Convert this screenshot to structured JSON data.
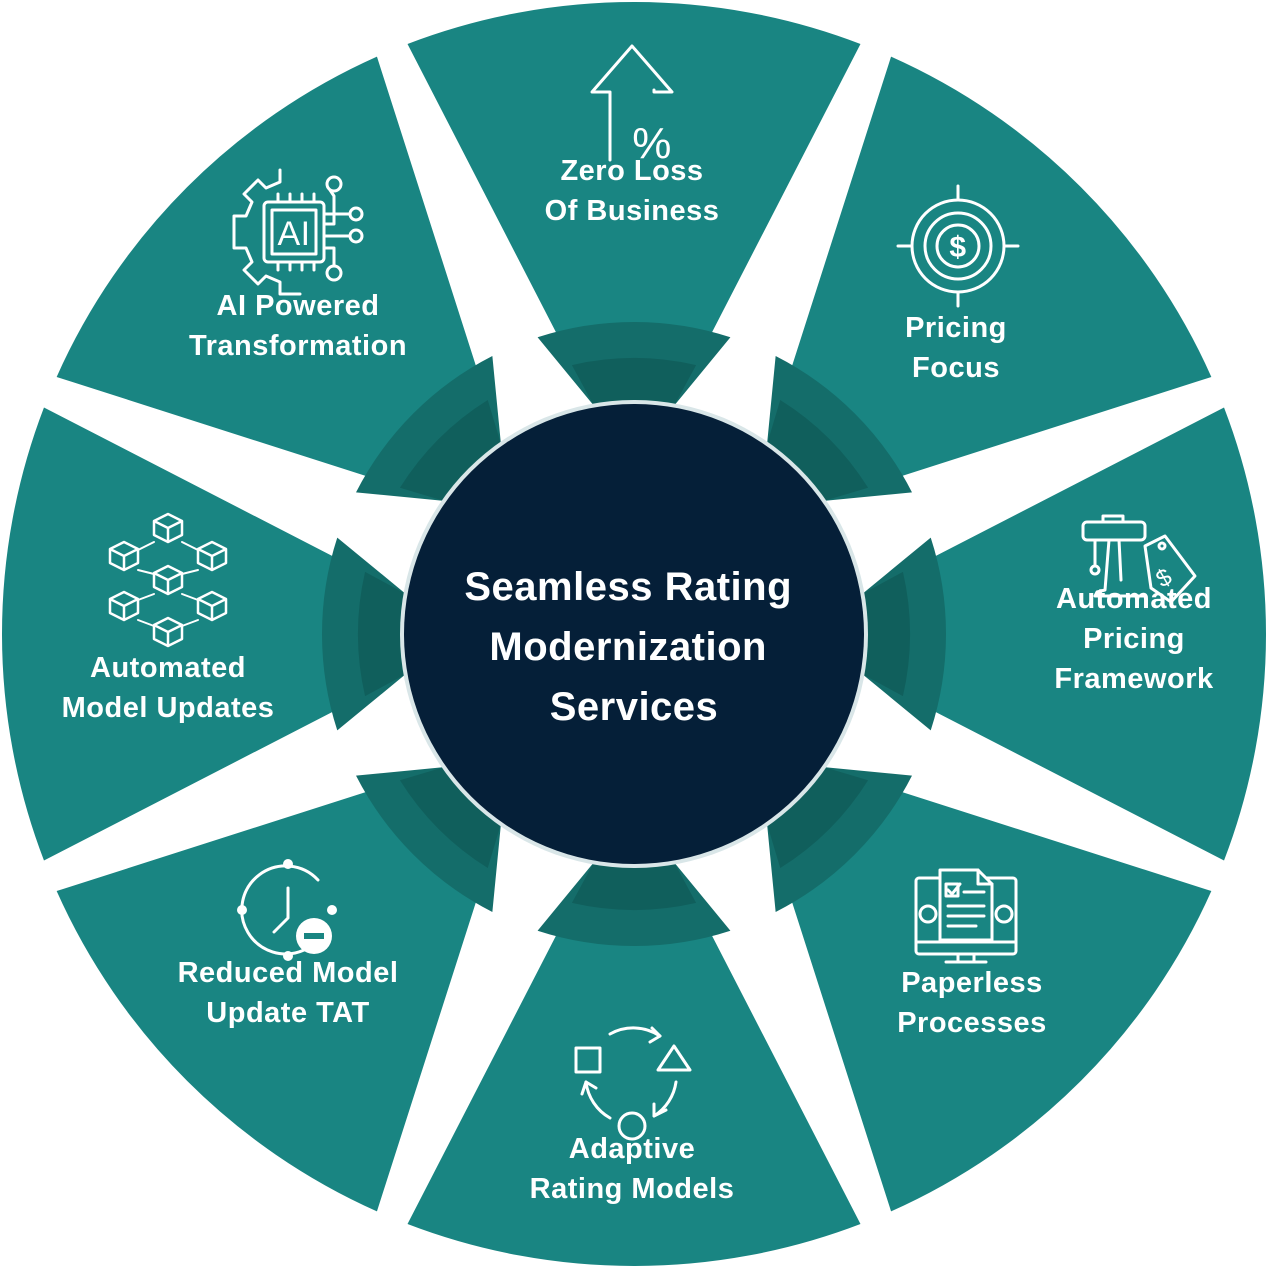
{
  "diagram": {
    "center": {
      "lines": [
        "Seamless Rating",
        "Modernization",
        "Services"
      ]
    },
    "segments": [
      {
        "id": "zero-loss",
        "icon": "percent-arrow-up-icon",
        "lines": [
          "Zero Loss",
          "Of Business"
        ]
      },
      {
        "id": "pricing-focus",
        "icon": "dollar-target-icon",
        "lines": [
          "Pricing",
          "Focus"
        ]
      },
      {
        "id": "automated-pricing",
        "icon": "price-tag-stamp-icon",
        "lines": [
          "Automated",
          "Pricing",
          "Framework"
        ]
      },
      {
        "id": "paperless",
        "icon": "document-monitor-icon",
        "lines": [
          "Paperless",
          "Processes"
        ]
      },
      {
        "id": "adaptive-rating",
        "icon": "cycle-shapes-icon",
        "lines": [
          "Adaptive",
          "Rating Models"
        ]
      },
      {
        "id": "reduced-tat",
        "icon": "clock-minus-icon",
        "lines": [
          "Reduced Model",
          "Update TAT"
        ]
      },
      {
        "id": "automated-model-updates",
        "icon": "cubes-network-icon",
        "lines": [
          "Automated",
          "Model Updates"
        ]
      },
      {
        "id": "ai-powered",
        "icon": "ai-chip-gear-icon",
        "lines": [
          "AI Powered",
          "Transformation"
        ]
      }
    ],
    "icon_text": {
      "ai": "AI",
      "percent": "%",
      "dollar": "$"
    },
    "colors": {
      "segment": "#198582",
      "segment_inner": "#146D6A",
      "segment_inner_dark": "#105F5C",
      "center": "#051F38",
      "center_ring": "#D9E6E8",
      "text": "#FFFFFF"
    }
  }
}
